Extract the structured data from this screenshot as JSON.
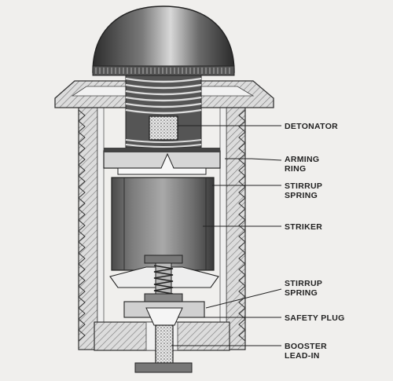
{
  "labels": {
    "detonator": "DETONATOR",
    "arming_ring_1": "ARMING",
    "arming_ring_2": "RING",
    "stirrup_spring_upper_1": "STIRRUP",
    "stirrup_spring_upper_2": "SPRING",
    "striker": "STRIKER",
    "stirrup_spring_lower_1": "STIRRUP",
    "stirrup_spring_lower_2": "SPRING",
    "safety_plug": "SAFETY PLUG",
    "booster_lead_in_1": "BOOSTER",
    "booster_lead_in_2": "LEAD-IN"
  },
  "colors": {
    "background": "#f0efed",
    "ink": "#222222",
    "dark_metal": "#3b3b3b",
    "mid_metal": "#8a8a8a",
    "light_metal": "#d4d4d4"
  }
}
